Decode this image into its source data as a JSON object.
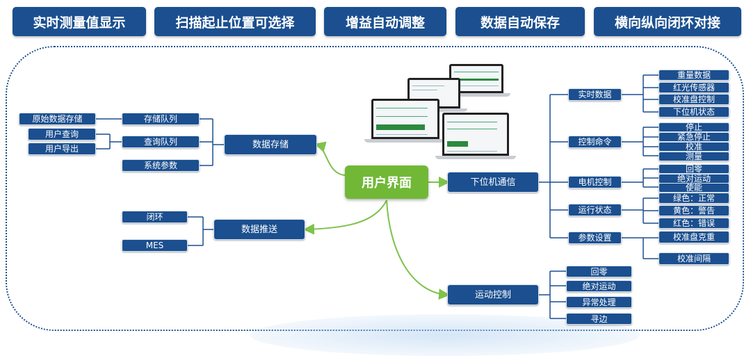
{
  "top_tabs": [
    "实时测量值显示",
    "扫描起止位置可选择",
    "增益自动调整",
    "数据自动保存",
    "横向纵向闭环对接"
  ],
  "center": "用户界面",
  "left": {
    "storage": {
      "label": "数据存储",
      "queues": [
        "存储队列",
        "查询队列",
        "系统参数"
      ],
      "raw": "原始数据存储",
      "query": "用户查询",
      "export": "用户导出"
    },
    "push": {
      "label": "数据推送",
      "items": [
        "闭环",
        "MES"
      ]
    }
  },
  "right": {
    "comm": {
      "label": "下位机通信",
      "realtime": {
        "label": "实时数据",
        "items": [
          "重量数据",
          "红光传感器",
          "校准盘控制",
          "下位机状态"
        ]
      },
      "command": {
        "label": "控制命令",
        "items": [
          "停止",
          "紧急停止",
          "校准",
          "测量"
        ]
      },
      "motor": {
        "label": "电机控制",
        "items": [
          "回零",
          "绝对运动",
          "使能"
        ]
      },
      "status": {
        "label": "运行状态",
        "items": [
          "绿色：正常",
          "黄色：警告",
          "红色：错误"
        ]
      },
      "params": {
        "label": "参数设置",
        "items": [
          "校准盘克重",
          "校准间隔"
        ]
      }
    },
    "motion": {
      "label": "运动控制",
      "items": [
        "回零",
        "绝对运动",
        "异常处理",
        "寻边"
      ]
    }
  },
  "colors": {
    "box": "#1b4f8f",
    "center": "#71b837",
    "connector_green": "#7ec24a"
  }
}
